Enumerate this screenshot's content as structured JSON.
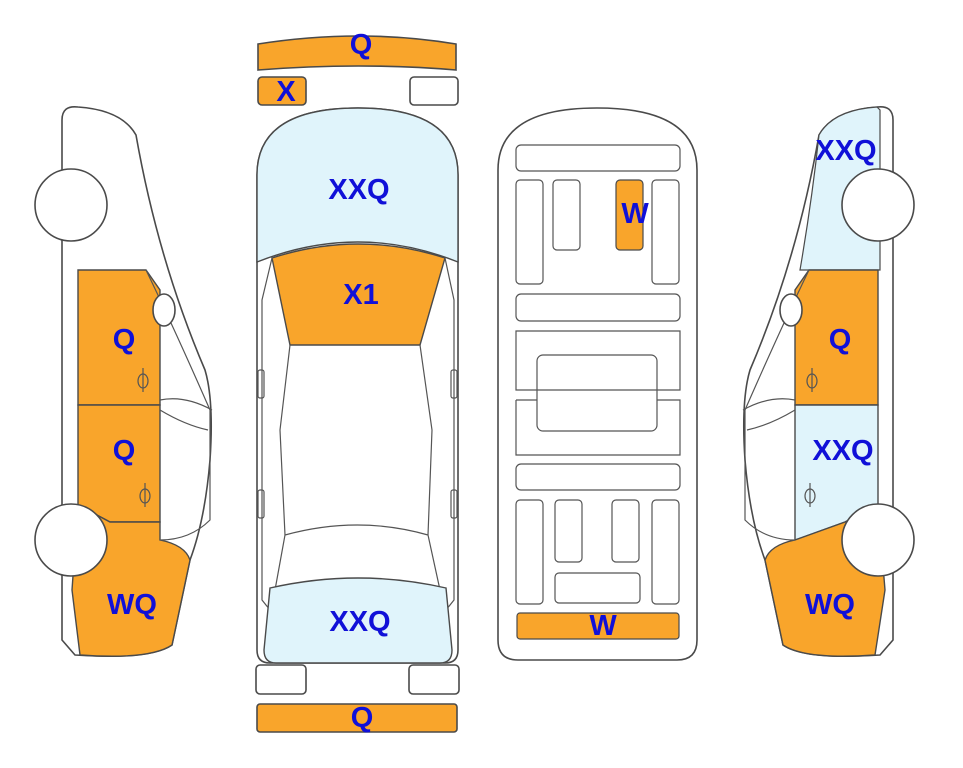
{
  "colors": {
    "damage": "#f9a52b",
    "glass": "#e0f4fb",
    "outline": "#4a4a4a",
    "label": "#1010d8"
  },
  "labels": {
    "top_front_bumper": "Q",
    "top_left_headlight": "X",
    "top_windshield": "XXQ",
    "top_roof_front": "X1",
    "top_rear_window": "XXQ",
    "top_rear_bumper": "Q",
    "under_center_part": "W",
    "under_rear_bar": "W",
    "left_front_door": "Q",
    "left_rear_door": "Q",
    "left_rear_quarter": "WQ",
    "right_front_glass": "XXQ",
    "right_front_door": "Q",
    "right_rear_door": "XXQ",
    "right_rear_quarter": "WQ"
  }
}
